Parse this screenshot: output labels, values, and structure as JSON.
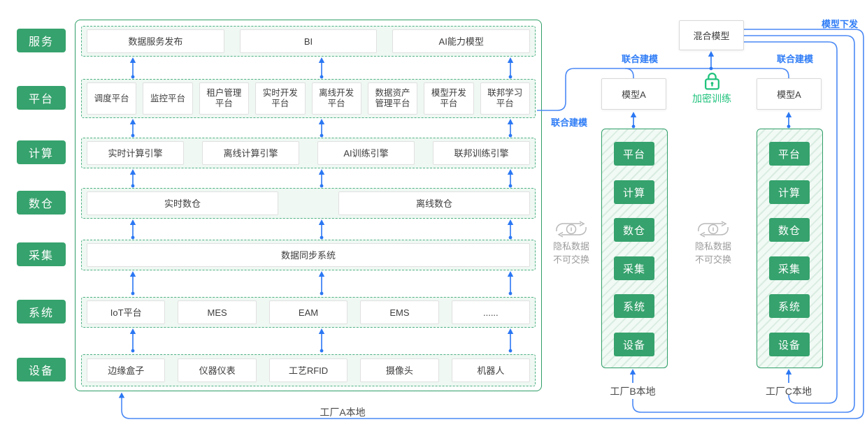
{
  "palette": {
    "green": "#36a26d",
    "green_border": "#2f9e68",
    "row_bg": "#eff8f3",
    "bright_green": "#1fc27c",
    "blue_line": "#4a89f5",
    "blue_text": "#2e7cf6",
    "gray": "#9c9c9c"
  },
  "side_labels": [
    "服务",
    "平台",
    "计算",
    "数仓",
    "采集",
    "系统",
    "设备"
  ],
  "factory_a": {
    "caption": "工厂A本地",
    "rows": [
      {
        "name": "服务",
        "items": [
          "数据服务发布",
          "BI",
          "AI能力模型"
        ]
      },
      {
        "name": "平台",
        "items": [
          "调度平台",
          "监控平台",
          "租户管理\n平台",
          "实时开发\n平台",
          "离线开发\n平台",
          "数据资产\n管理平台",
          "模型开发\n平台",
          "联邦学习\n平台"
        ]
      },
      {
        "name": "计算",
        "items": [
          "实时计算引擎",
          "离线计算引擎",
          "AI训练引擎",
          "联邦训练引擎"
        ]
      },
      {
        "name": "数仓",
        "items": [
          "实时数仓",
          "离线数仓"
        ]
      },
      {
        "name": "采集",
        "items": [
          "数据同步系统"
        ]
      },
      {
        "name": "系统",
        "items": [
          "IoT平台",
          "MES",
          "EAM",
          "EMS",
          "......"
        ]
      },
      {
        "name": "设备",
        "items": [
          "边缘盒子",
          "仪器仪表",
          "工艺RFID",
          "摄像头",
          "机器人"
        ]
      }
    ]
  },
  "federation": {
    "hybrid_model": "混合模型",
    "model_a_left": "模型A",
    "model_a_right": "模型A",
    "joint_modeling_labels": [
      "联合建模",
      "联合建模",
      "联合建模"
    ],
    "model_distribution_label": "模型下发",
    "encrypted_training": "加密训练",
    "privacy_note_line1": "隐私数据",
    "privacy_note_line2": "不可交换",
    "icons": {
      "lock": "lock-icon",
      "exchange": "exchange-icon"
    }
  },
  "factory_b": {
    "caption": "工厂B本地",
    "layers": [
      "平台",
      "计算",
      "数仓",
      "采集",
      "系统",
      "设备"
    ]
  },
  "factory_c": {
    "caption": "工厂C本地",
    "layers": [
      "平台",
      "计算",
      "数仓",
      "采集",
      "系统",
      "设备"
    ]
  }
}
